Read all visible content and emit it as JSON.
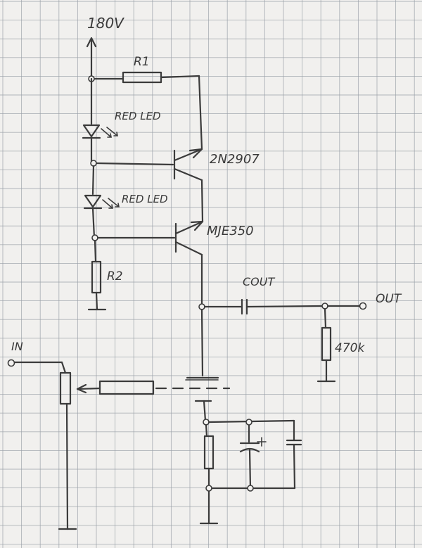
{
  "labels": {
    "supply": "180V",
    "r1": "R1",
    "led1": "RED LED",
    "q1": "2N2907",
    "led2": "RED LED",
    "q2": "MJE350",
    "r2": "R2",
    "cout": "COUT",
    "out": "OUT",
    "r_out": "470k",
    "in": "IN"
  },
  "colors": {
    "paper": "#f1f0ee",
    "grid": "#9aa0a8",
    "ink": "#3b3b3b"
  }
}
